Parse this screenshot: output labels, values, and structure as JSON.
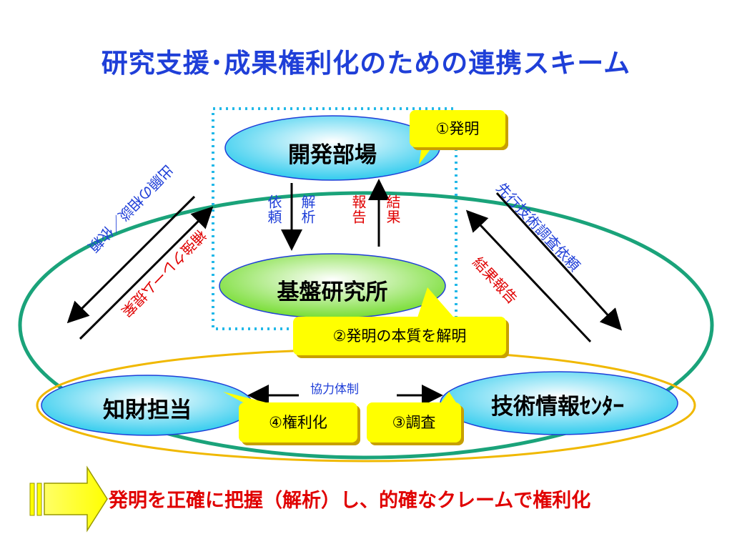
{
  "title": "研究支援･成果権利化のための連携スキーム",
  "nodes": {
    "kaihatsu": "開発部場",
    "kiban": "基盤研究所",
    "chizai": "知財担当",
    "gijutsu": "技術情報ｾﾝﾀｰ"
  },
  "callouts": {
    "hatsumei": "①発明",
    "honshitsu": "②発明の本質を解明",
    "chousa": "③調査",
    "kenrika": "④権利化"
  },
  "vertical_labels": {
    "irai": "依頼",
    "kaiseki": "解析",
    "houkoku": "報告",
    "kekka": "結果"
  },
  "diagonal_labels": {
    "shutsugan": "出願の相談／依頼",
    "hokyou": "補強クレーム提案",
    "sentou": "先行技術調査依頼",
    "kekka_houkoku": "結果報告"
  },
  "cooperation": "協力体制",
  "conclusion": "発明を正確に把握（解析）し、的確なクレームで権利化",
  "colors": {
    "title_blue": "#1f3fd8",
    "red": "#e00000",
    "green_ellipse": "#1aa37a",
    "gold_ellipse": "#f0b800",
    "callout_yellow": "#ffff00",
    "dotted_box": "#22b8e8"
  }
}
